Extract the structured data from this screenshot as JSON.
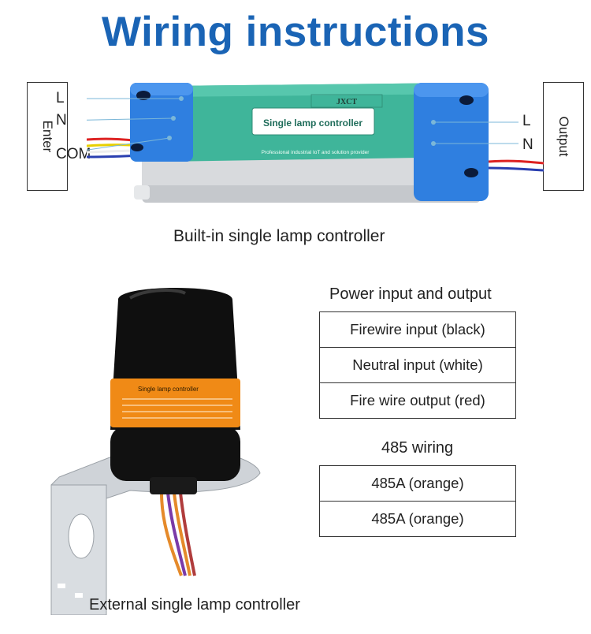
{
  "title": "Wiring instructions",
  "built_in": {
    "caption": "Built-in single lamp controller",
    "input_box": "Enter",
    "output_box": "Output",
    "input_labels": [
      "L",
      "N",
      "COM"
    ],
    "output_labels": [
      "L",
      "N"
    ],
    "device_label": "Single lamp controller",
    "brand": "JXCT",
    "tagline": "Professional industrial IoT and solution provider"
  },
  "external": {
    "caption": "External single lamp controller",
    "device_label": "Single lamp controller"
  },
  "power_table": {
    "title": "Power input and output",
    "rows": [
      "Firewire input (black)",
      "Neutral input (white)",
      "Fire wire output (red)"
    ]
  },
  "rs485_table": {
    "title": "485 wiring",
    "rows": [
      "485A (orange)",
      "485A (orange)"
    ]
  }
}
